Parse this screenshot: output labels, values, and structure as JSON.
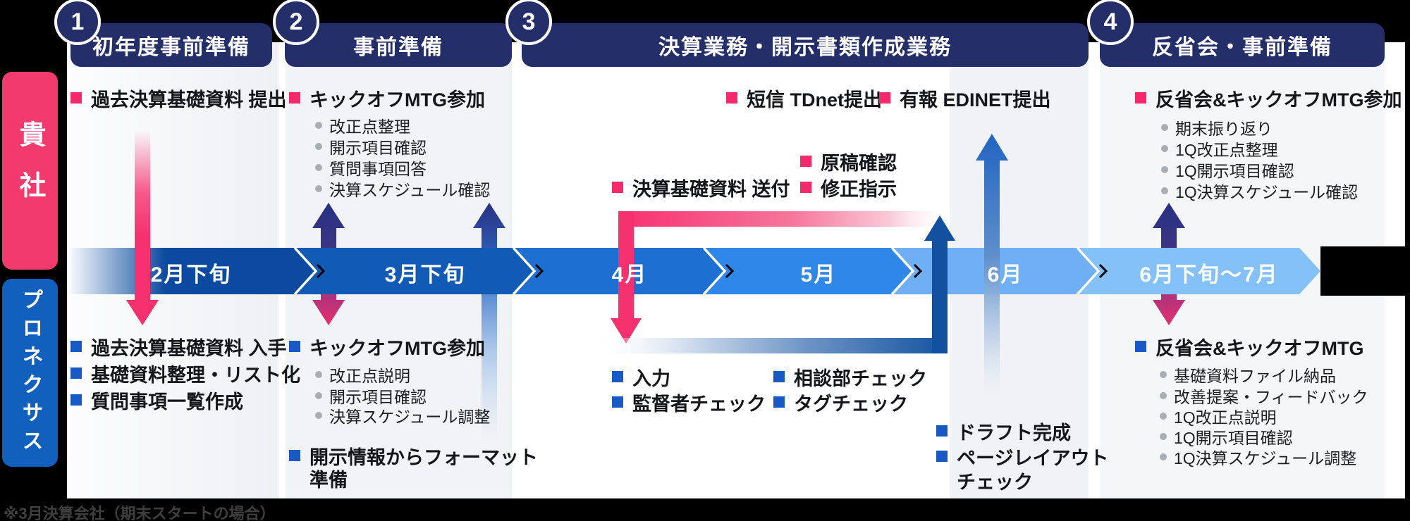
{
  "actors": {
    "top": "貴社",
    "bottom": "プロネクサス"
  },
  "phases": [
    {
      "number": "1",
      "title": "初年度事前準備"
    },
    {
      "number": "2",
      "title": "事前準備"
    },
    {
      "number": "3",
      "title": "決算業務・開示書類作成業務"
    },
    {
      "number": "4",
      "title": "反省会・事前準備"
    }
  ],
  "timeline": {
    "months": [
      "2月下旬",
      "3月下旬",
      "4月",
      "5月",
      "6月",
      "6月下旬～7月"
    ],
    "segment_colors": [
      "#0B4AA0",
      "#115AB6",
      "#1E6FD2",
      "#2F87EA",
      "#6FAFF5",
      "#85C1F9"
    ]
  },
  "tasks": {
    "company": {
      "p1_main": "過去決算基礎資料 提出",
      "p2_main": "キックオフMTG参加",
      "p2_subs": [
        "改正点整理",
        "開示項目確認",
        "質問事項回答",
        "決算スケジュール確認"
      ],
      "p3_tanshin": "短信 TDnet提出",
      "p3_yuho": "有報 EDINET提出",
      "p3_genko": "原稿確認",
      "p3_shusei": "修正指示",
      "p3_soufu": "決算基礎資料 送付",
      "p4_main": "反省会&キックオフMTG参加",
      "p4_subs": [
        "期末振り返り",
        "1Q改正点整理",
        "1Q開示項目確認",
        "1Q決算スケジュール確認"
      ]
    },
    "pronexus": {
      "p1_items": [
        "過去決算基礎資料 入手",
        "基礎資料整理・リスト化",
        "質問事項一覧作成"
      ],
      "p2_main": "キックオフMTG参加",
      "p2_subs": [
        "改正点説明",
        "開示項目確認",
        "決算スケジュール調整"
      ],
      "p2_format_line1": "開示情報からフォーマット",
      "p2_format_line2": "準備",
      "p3_col1": [
        "入力",
        "監督者チェック"
      ],
      "p3_col2": [
        "相談部チェック",
        "タグチェック"
      ],
      "p3_draft1": "ドラフト完成",
      "p3_draft2_line1": "ページレイアウト",
      "p3_draft2_line2": "チェック",
      "p4_main": "反省会&キックオフMTG",
      "p4_subs": [
        "基礎資料ファイル納品",
        "改善提案・フィードバック",
        "1Q改正点説明",
        "1Q開示項目確認",
        "1Q決算スケジュール調整"
      ]
    }
  },
  "footer": {
    "note": "※3月決算会社（期末スタートの場合）"
  },
  "colors": {
    "accent_pink": "#F5306E",
    "accent_blue": "#11519F",
    "header_navy": "#242E68",
    "sidebar_pink": "#F23A6E",
    "sidebar_blue": "#1160BE"
  }
}
